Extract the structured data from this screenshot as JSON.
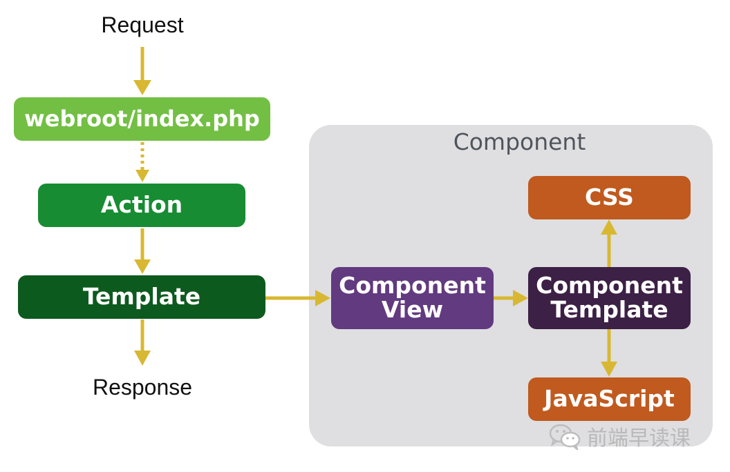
{
  "labels": {
    "request": "Request",
    "response": "Response"
  },
  "left_column": {
    "entry": "webroot/index.php",
    "action": "Action",
    "template": "Template"
  },
  "component": {
    "title": "Component",
    "view_line1": "Component",
    "view_line2": "View",
    "template_line1": "Component",
    "template_line2": "Template",
    "css": "CSS",
    "javascript": "JavaScript"
  },
  "watermark": {
    "text": "前端早读课",
    "icon": "wechat-icon"
  },
  "colors": {
    "arrow": "#d8b832",
    "entry": "#73bf44",
    "action": "#178c33",
    "template": "#0d5a1e",
    "component_view": "#623a80",
    "component_template": "#3c2045",
    "css": "#c05a1e",
    "javascript": "#c05a1e",
    "container": "#dfdfe1"
  }
}
